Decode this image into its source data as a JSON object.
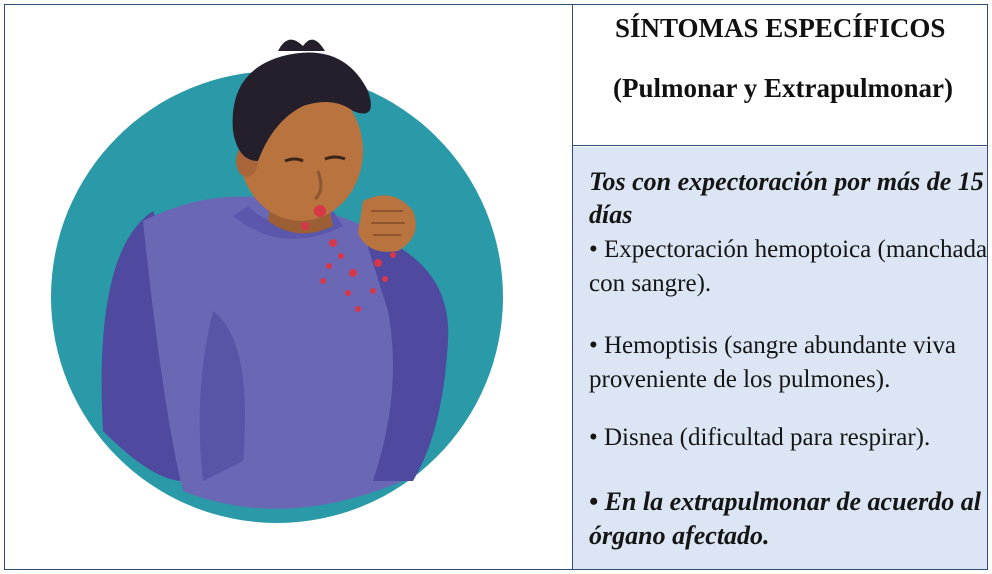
{
  "header": {
    "title": "SÍNTOMAS ESPECÍFICOS",
    "subtitle": "(Pulmonar y Extrapulmonar)"
  },
  "content": {
    "lead": "Tos con expectoración por más de 15 días",
    "items": [
      "• Expectoración hemoptoica (manchada con sangre).",
      "• Hemoptisis (sangre abundante viva proveniente de los pulmones).",
      "• Disnea (dificultad para respirar).",
      "• En la extrapulmonar de acuerdo al órgano afectado."
    ]
  },
  "illustration": {
    "subject": "person-coughing-blood-illustration",
    "colors": {
      "circle": "#2a9aa8",
      "sweater": "#6a67b5",
      "skin": "#b8733f",
      "hair": "#241f2a",
      "blood": "#d6384a",
      "border": "#2f4d75",
      "panel": "#dbe5f3"
    }
  }
}
